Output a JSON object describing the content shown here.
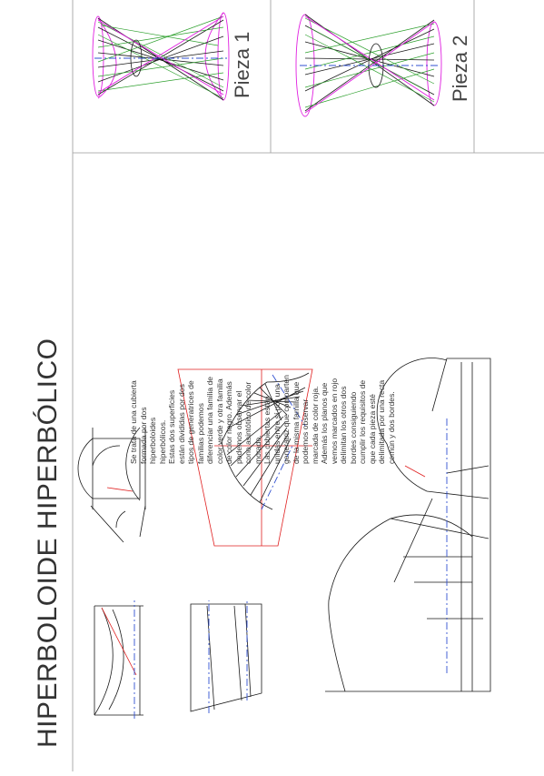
{
  "title": "HIPERBOLOIDE HIPERBÓLICO",
  "pieces": {
    "piece1": "Pieza 1",
    "piece2": "Pieza 2"
  },
  "description_lines": [
    "Se trata de una cubierta",
    "formada por dos",
    "hiperboloides",
    "hiperbólicos.",
    "Estas dos superficies",
    "están divididas por dos",
    "tipos de generatrices de",
    "familias podemos",
    "diferenciar una familia de",
    "color verde y otra familia",
    "de color negro. Además",
    "podemos observar el",
    "cono asintótico de color",
    "morado.",
    "Las cubiertas están",
    "unidas entre sí por una",
    "generatriz que comparten",
    "de la misma familia que",
    "podemos observar",
    "marcada de color roja.",
    "Además los planos que",
    "vemos marcados en rojo",
    "delimitan los otros dos",
    "bordes consiguiendo",
    "cumplir los requisitos de",
    "que cada pieza esté",
    "delimitada por una recta",
    "común y dos bordes."
  ],
  "colors": {
    "generatrix_family_a": "#2ea02e",
    "generatrix_family_b": "#1a1a1a",
    "asymptotic_cone": "#e020e0",
    "shared_generatrix_and_planes": "#e02020",
    "axis": "#3050d0"
  }
}
